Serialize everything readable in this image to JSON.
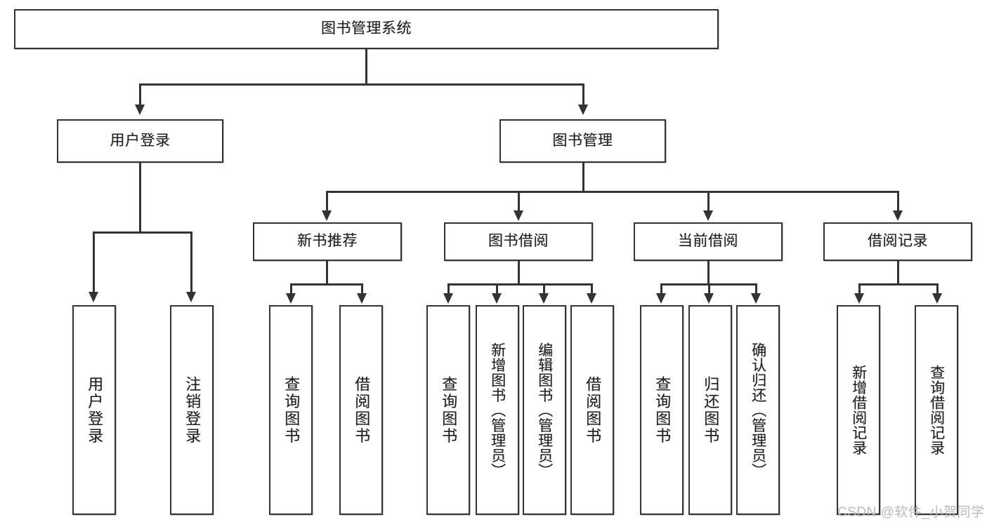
{
  "diagram": {
    "type": "tree-hierarchy",
    "title": "图书管理系统",
    "root": {
      "id": "root",
      "label": "图书管理系统"
    },
    "level2": [
      {
        "id": "user-login",
        "label": "用户登录"
      },
      {
        "id": "book-manage",
        "label": "图书管理"
      }
    ],
    "level3": [
      {
        "id": "new-book-rec",
        "label": "新书推荐",
        "parent": "book-manage"
      },
      {
        "id": "book-borrow",
        "label": "图书借阅",
        "parent": "book-manage"
      },
      {
        "id": "current-borrow",
        "label": "当前借阅",
        "parent": "book-manage"
      },
      {
        "id": "borrow-record",
        "label": "借阅记录",
        "parent": "book-manage"
      }
    ],
    "leaves": {
      "user_login": [
        {
          "id": "leaf-user-login",
          "label": "用户登录"
        },
        {
          "id": "leaf-user-logout",
          "label": "注销登录"
        }
      ],
      "new_book_rec": [
        {
          "id": "leaf-query-book-1",
          "label": "查询图书"
        },
        {
          "id": "leaf-borrow-book-1",
          "label": "借阅图书"
        }
      ],
      "book_borrow": [
        {
          "id": "leaf-query-book-2",
          "label": "查询图书"
        },
        {
          "id": "leaf-add-book",
          "label": "新增图书（管理员）"
        },
        {
          "id": "leaf-edit-book",
          "label": "编辑图书（管理员）"
        },
        {
          "id": "leaf-borrow-book-2",
          "label": "借阅图书"
        }
      ],
      "current_borrow": [
        {
          "id": "leaf-query-book-3",
          "label": "查询图书"
        },
        {
          "id": "leaf-return-book",
          "label": "归还图书"
        },
        {
          "id": "leaf-confirm-return",
          "label": "确认归还（管理员）"
        }
      ],
      "borrow_record": [
        {
          "id": "leaf-add-record",
          "label": "新增借阅记录"
        },
        {
          "id": "leaf-query-record",
          "label": "查询借阅记录"
        }
      ]
    }
  },
  "watermark": {
    "text": "CSDN @软件_小贺同学"
  },
  "colors": {
    "stroke": "#333333",
    "background": "#ffffff",
    "text": "#1f1f1f",
    "watermark": "#b9b9b9"
  }
}
